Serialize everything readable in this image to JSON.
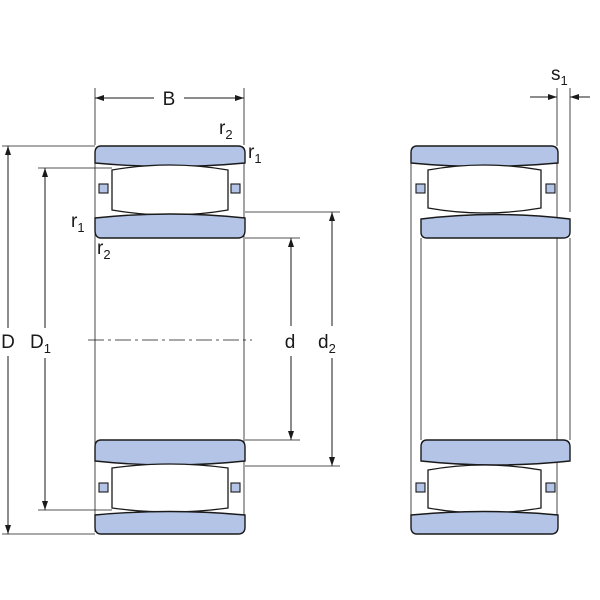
{
  "labels": {
    "B": "B",
    "D": "D",
    "D1_main": "D",
    "D1_sub": "1",
    "d": "d",
    "d2_main": "d",
    "d2_sub": "2",
    "s1_main": "s",
    "s1_sub": "1",
    "r": "r",
    "sub_1": "1",
    "sub_2": "2"
  },
  "colors": {
    "ring_fill": "#b3c4e6",
    "outline": "#1a1a1a",
    "background": "#ffffff"
  }
}
